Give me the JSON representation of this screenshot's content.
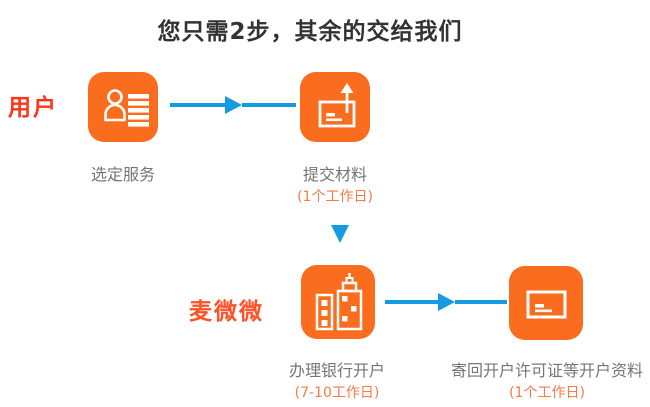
{
  "title": "您只需2步，其余的交给我们",
  "colors": {
    "icon_orange": "#fa6c1e",
    "arrow_blue": "#149be1",
    "actor_user_red": "#fb3517",
    "actor_mww_red": "#ff5126",
    "label_gray": "#757575",
    "duration_orange": "#f97a45",
    "title_dark": "#333333"
  },
  "rows": [
    {
      "actor": "用户",
      "steps": [
        {
          "icon": "user-service-list-icon",
          "label": "选定服务"
        },
        {
          "icon": "submit-materials-upload-icon",
          "label": "提交材料",
          "duration": "(1个工作日)"
        }
      ]
    },
    {
      "actor": "麦微微",
      "steps": [
        {
          "icon": "bank-buildings-icon",
          "label": "办理银行开户",
          "duration": "(7-10工作日)"
        },
        {
          "icon": "mail-back-documents-icon",
          "label": "寄回开户许可证等开户资料",
          "duration": "(1个工作日)"
        }
      ]
    }
  ]
}
